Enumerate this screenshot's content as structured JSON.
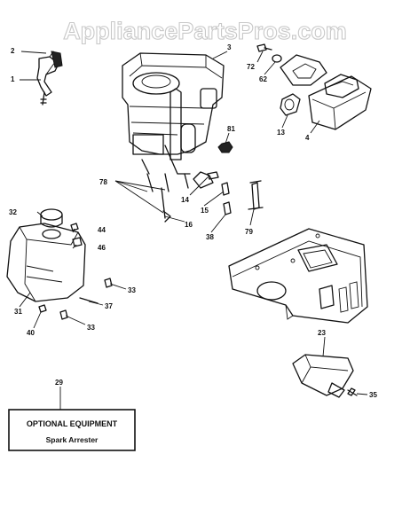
{
  "watermark": "AppliancePartsPros.com",
  "callouts": [
    {
      "id": "c2",
      "text": "2"
    },
    {
      "id": "c1",
      "text": "1"
    },
    {
      "id": "c3",
      "text": "3"
    },
    {
      "id": "c72",
      "text": "72"
    },
    {
      "id": "c62",
      "text": "62"
    },
    {
      "id": "c13",
      "text": "13"
    },
    {
      "id": "c4",
      "text": "4"
    },
    {
      "id": "c81",
      "text": "81"
    },
    {
      "id": "c78",
      "text": "78"
    },
    {
      "id": "c14",
      "text": "14"
    },
    {
      "id": "c15",
      "text": "15"
    },
    {
      "id": "c16",
      "text": "16"
    },
    {
      "id": "c38",
      "text": "38"
    },
    {
      "id": "c79",
      "text": "79"
    },
    {
      "id": "c32",
      "text": "32"
    },
    {
      "id": "c44",
      "text": "44"
    },
    {
      "id": "c46",
      "text": "46"
    },
    {
      "id": "c33a",
      "text": "33"
    },
    {
      "id": "c31",
      "text": "31"
    },
    {
      "id": "c37",
      "text": "37"
    },
    {
      "id": "c40",
      "text": "40"
    },
    {
      "id": "c33b",
      "text": "33"
    },
    {
      "id": "c23",
      "text": "23"
    },
    {
      "id": "c35",
      "text": "35"
    },
    {
      "id": "c29",
      "text": "29"
    }
  ],
  "optional_box": {
    "title": "OPTIONAL EQUIPMENT",
    "item": "Spark Arrester"
  }
}
